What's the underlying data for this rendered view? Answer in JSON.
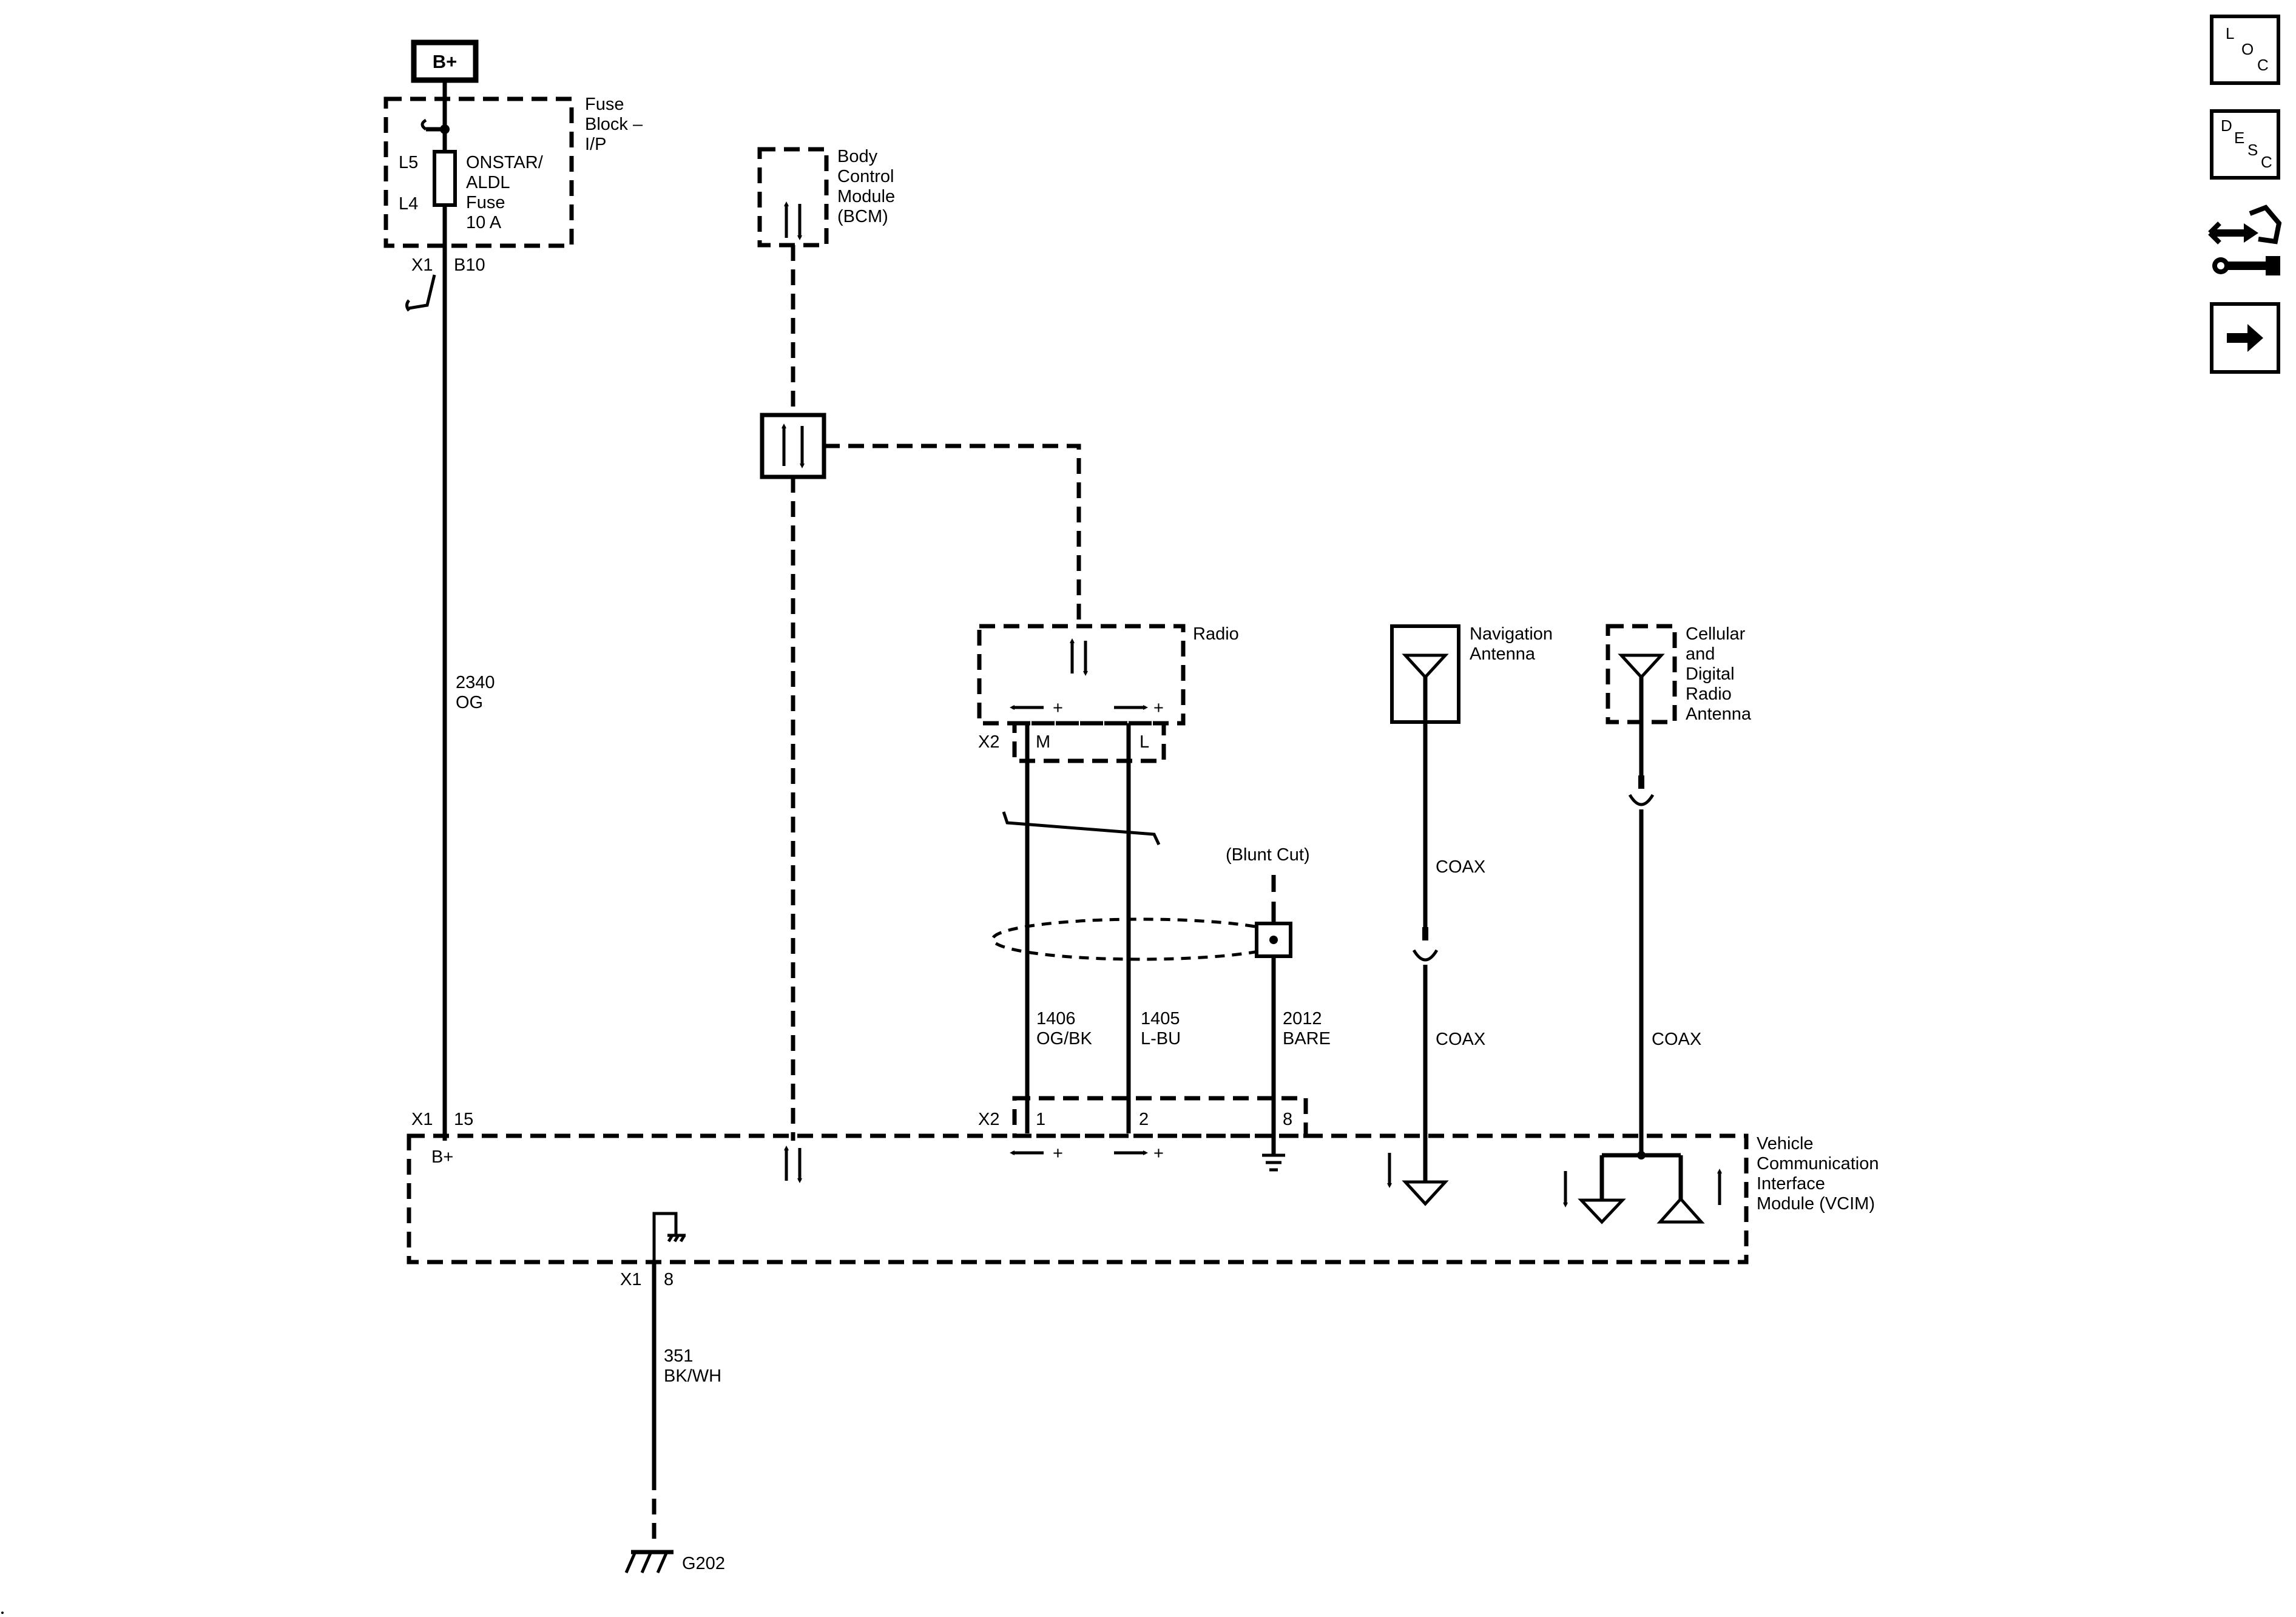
{
  "supply": {
    "label": "B+"
  },
  "fuse_block": {
    "name_lines": [
      "Fuse",
      "Block –",
      "I/P"
    ],
    "pos_top": "L5",
    "pos_bottom": "L4",
    "fuse_lines": [
      "ONSTAR/",
      "ALDL",
      "Fuse",
      "10 A"
    ],
    "conn": "X1",
    "pin": "B10"
  },
  "wire_power": {
    "circuit": "2340",
    "color": "OG"
  },
  "bcm": {
    "lines": [
      "Body",
      "Control",
      "Module",
      "(BCM)"
    ]
  },
  "radio": {
    "name": "Radio",
    "conn": "X2",
    "pin_m": "M",
    "pin_l": "L"
  },
  "twisted_pair": {
    "blunt_cut": "(Blunt Cut)",
    "wire_a": {
      "circuit": "1406",
      "color": "OG/BK"
    },
    "wire_b": {
      "circuit": "1405",
      "color": "L-BU"
    },
    "drain": {
      "circuit": "2012",
      "color": "BARE"
    }
  },
  "nav_antenna": {
    "lines": [
      "Navigation",
      "Antenna"
    ],
    "coax_upper": "COAX",
    "coax_lower": "COAX"
  },
  "cell_antenna": {
    "lines": [
      "Cellular",
      "and",
      "Digital",
      "Radio",
      "Antenna"
    ],
    "coax": "COAX"
  },
  "vcim": {
    "lines": [
      "Vehicle",
      "Communication",
      "Interface",
      "Module (VCIM)"
    ],
    "conn_x1": "X1",
    "pin_power": "15",
    "power_label": "B+",
    "conn_x2": "X2",
    "pin_1": "1",
    "pin_2": "2",
    "pin_8": "8",
    "ground_conn": "X1",
    "ground_pin": "8",
    "plus_a": "+",
    "plus_b": "+"
  },
  "radio_plus": {
    "a": "+",
    "b": "+"
  },
  "wire_ground": {
    "circuit": "351",
    "color": "BK/WH"
  },
  "ground": {
    "label": "G202"
  },
  "side_buttons": {
    "loc": [
      "L",
      "O",
      "C"
    ],
    "desc": [
      "D",
      "E",
      "S",
      "C"
    ]
  }
}
